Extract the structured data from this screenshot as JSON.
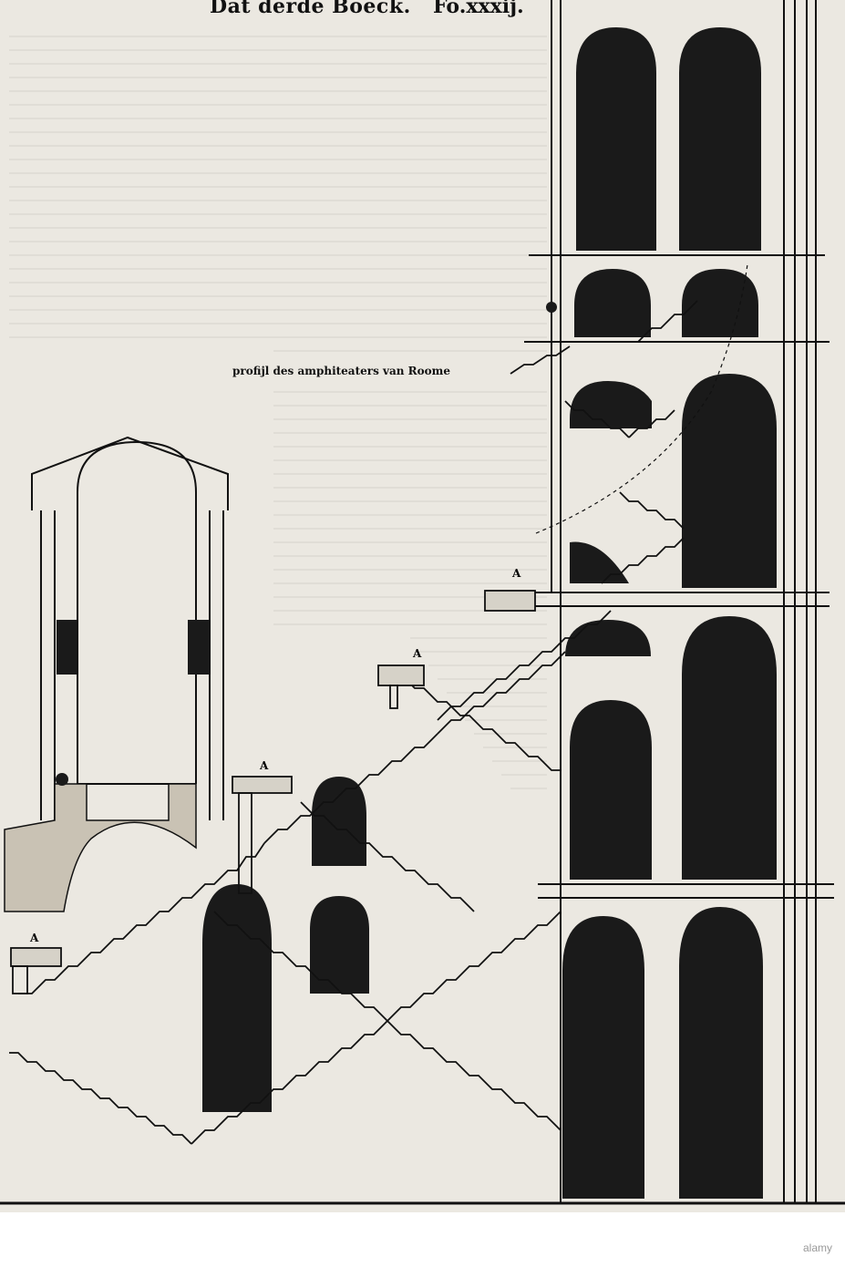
{
  "page": {
    "running_head_left": "Dat derde Boeck.",
    "running_head_right": "Fo.xxxij.",
    "plate_caption": "profijl des amphiteaters van Roome",
    "label_a": "A"
  },
  "footer": {
    "watermark": "alamy"
  }
}
